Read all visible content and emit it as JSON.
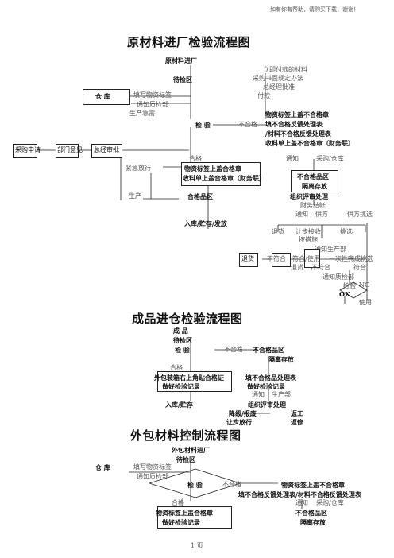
{
  "header_note": "如有你有帮助，请购买下载，谢谢！",
  "footer_page": "1 页",
  "section1": {
    "title": "原材料进厂检验流程图",
    "t_incoming": "原材料进厂",
    "t_pending": "待检区",
    "warehouse": "仓 库",
    "fill_label": "填写物资标签",
    "notify_qc": "通知质检部",
    "prod_urgent": "生产急需",
    "pay_note1": "立即付款的材料",
    "pay_note2": "采购书面规定办法",
    "pay_note3": "总经理批准",
    "pay_note4": "付款",
    "inspect": "检 验",
    "unqual": "不合格",
    "unq1": "物资标签上盖不合格章",
    "unq2": "填不合格反馈处理表",
    "unq3": "/材料不合格反馈处理表",
    "unq4": "收料单上盖不合格章（财务联）",
    "purchase_req": "采购申请",
    "dept_opinion": "部门意见",
    "gm_approve": "总经审批",
    "qual": "合格",
    "emergency": "紧急放行",
    "q1": "物资标签上盖合格章",
    "q2": "收料单上盖合格章（财务联）",
    "notify": "通知",
    "purch_wh": "采购/仓库",
    "unq_area": "不合格品区",
    "iso": "隔离存放",
    "review": "组织评审处理",
    "production": "生产",
    "qual_area": "合格品区",
    "fin_settle": "财务结帐",
    "notify2": "通知",
    "supplier": "供方",
    "supplier_pick": "供方挑选",
    "warehouse_io": "入库/贮存/发放",
    "ret1": "退货",
    "concession": "让步接收",
    "pick": "挑选",
    "conc_measure": "按措施",
    "notify_prod": "通知生产部",
    "ret2": "退货",
    "nonconf": "不符合",
    "conf_use": "符合/使用",
    "once_pick": "一次性完成挑选",
    "ret3": "退货",
    "nonconf2": "不符合",
    "conf2": "符合",
    "notify_qc2": "通知质检部",
    "recheck": "检验",
    "ng": "NG",
    "ok": "OK",
    "use": "使用"
  },
  "section2": {
    "title": "成品进仓检验流程图",
    "fp": "成 品",
    "pending": "待检区",
    "inspect": "检 验",
    "unqual": "不合格",
    "unq_area": "不合格品区",
    "iso": "隔离存放",
    "qual": "合格",
    "cert": "外包装箱右上角贴合格证",
    "rec": "做好检验记录",
    "fb": "填不合格品处理表",
    "rec2": "做好检验记录",
    "notify": "通知",
    "prod": "生产部",
    "store": "入库/贮存",
    "review": "组织评审处理",
    "down": "降级/报废",
    "rework": "返工",
    "conc": "让步放行",
    "repair": "返修"
  },
  "section3": {
    "title": "外包材料控制流程图",
    "inc": "外包材料进厂",
    "pending": "待检区",
    "warehouse": "仓 库",
    "fill_label": "填写物资标签",
    "notify_qc": "通知质检部",
    "inspect": "检 验",
    "unqual": "不合格",
    "unq1": "物资标签上盖不合格章",
    "unq2": "填不合格反馈处理表/材料不合格反馈处理表",
    "notify": "通知",
    "purch_wh": "采购/仓库",
    "qual": "合格",
    "q1": "物资标签上盖合格章",
    "rec": "做好检验记录",
    "unq_area": "不合格品区",
    "iso": "隔离存放"
  }
}
